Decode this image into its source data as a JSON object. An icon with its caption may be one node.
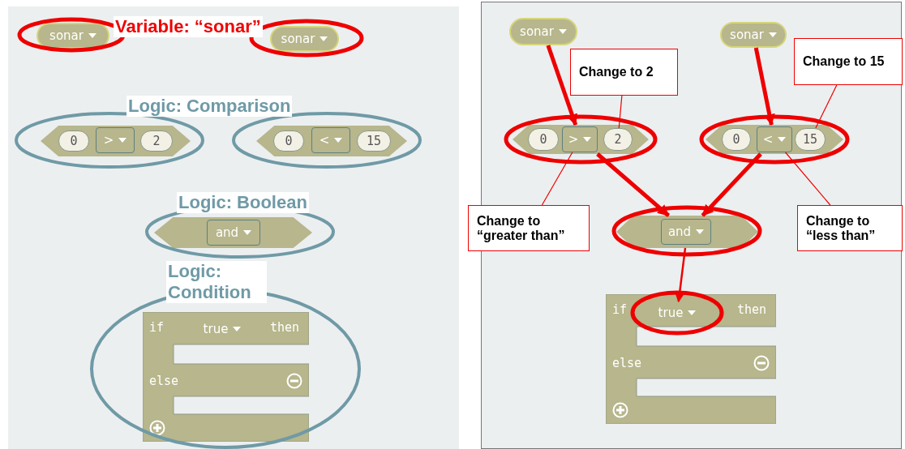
{
  "diagram": {
    "nodes": [
      {
        "text": [
          "sonar"
        ]
      },
      {
        "text": [
          "sonar"
        ]
      },
      {
        "text": [],
        "shape": "hexagon"
      },
      {
        "text": [
          "0"
        ],
        "in": 2
      },
      {
        "text": [
          ">"
        ],
        "in": 2
      },
      {
        "text": [
          "2"
        ],
        "in": 2
      },
      {
        "text": [],
        "shape": "hexagon"
      },
      {
        "text": [
          "0"
        ],
        "in": 6
      },
      {
        "text": [
          "<"
        ],
        "in": 6
      },
      {
        "text": [
          "15"
        ],
        "in": 6
      },
      {
        "text": [],
        "shape": "hexagon"
      },
      {
        "text": [
          "and"
        ],
        "in": 10
      },
      {
        "text": [
          "if",
          "then",
          "else"
        ]
      },
      {
        "text": [
          "true"
        ],
        "in": 12
      },
      {
        "text": [
          "sonar"
        ]
      },
      {
        "text": [
          "sonar"
        ]
      },
      {
        "text": [],
        "shape": "hexagon"
      },
      {
        "text": [
          "0"
        ],
        "in": 16
      },
      {
        "text": [
          ">"
        ],
        "in": 16
      },
      {
        "text": [
          "2"
        ],
        "in": 16
      },
      {
        "text": [],
        "shape": "hexagon"
      },
      {
        "text": [
          "0"
        ],
        "in": 20
      },
      {
        "text": [
          "<"
        ],
        "in": 20
      },
      {
        "text": [
          "15"
        ],
        "in": 20
      },
      {
        "text": [],
        "shape": "hexagon"
      },
      {
        "text": [
          "and"
        ],
        "in": 24
      },
      {
        "text": [
          "if",
          "then",
          "else"
        ]
      },
      {
        "text": [
          "true"
        ],
        "in": 26
      },
      {
        "text": [
          "Change to 2"
        ]
      },
      {
        "text": [
          "Change to 15"
        ]
      },
      {
        "text": [
          "Change to “greater than”"
        ]
      },
      {
        "text": [
          "Change to “less than”"
        ]
      }
    ],
    "edges": [
      {
        "from": 14,
        "to": 16,
        "arrow": "to",
        "style": "thick"
      },
      {
        "from": 15,
        "to": 20,
        "arrow": "to",
        "style": "thick"
      },
      {
        "from": 16,
        "to": 24,
        "arrow": "to",
        "style": "thick"
      },
      {
        "from": 20,
        "to": 24,
        "arrow": "to",
        "style": "thick"
      },
      {
        "from": 24,
        "to": 27,
        "arrow": "to"
      },
      {
        "from": 28,
        "to": 19,
        "arrow": "none"
      },
      {
        "from": 29,
        "to": 23,
        "arrow": "none"
      },
      {
        "from": 30,
        "to": 18,
        "arrow": "none"
      },
      {
        "from": 31,
        "to": 22,
        "arrow": "none"
      }
    ],
    "labels": [
      "Variable: “sonar”",
      "Logic: Comparison",
      "Logic: Boolean",
      "Logic: Condition"
    ]
  }
}
